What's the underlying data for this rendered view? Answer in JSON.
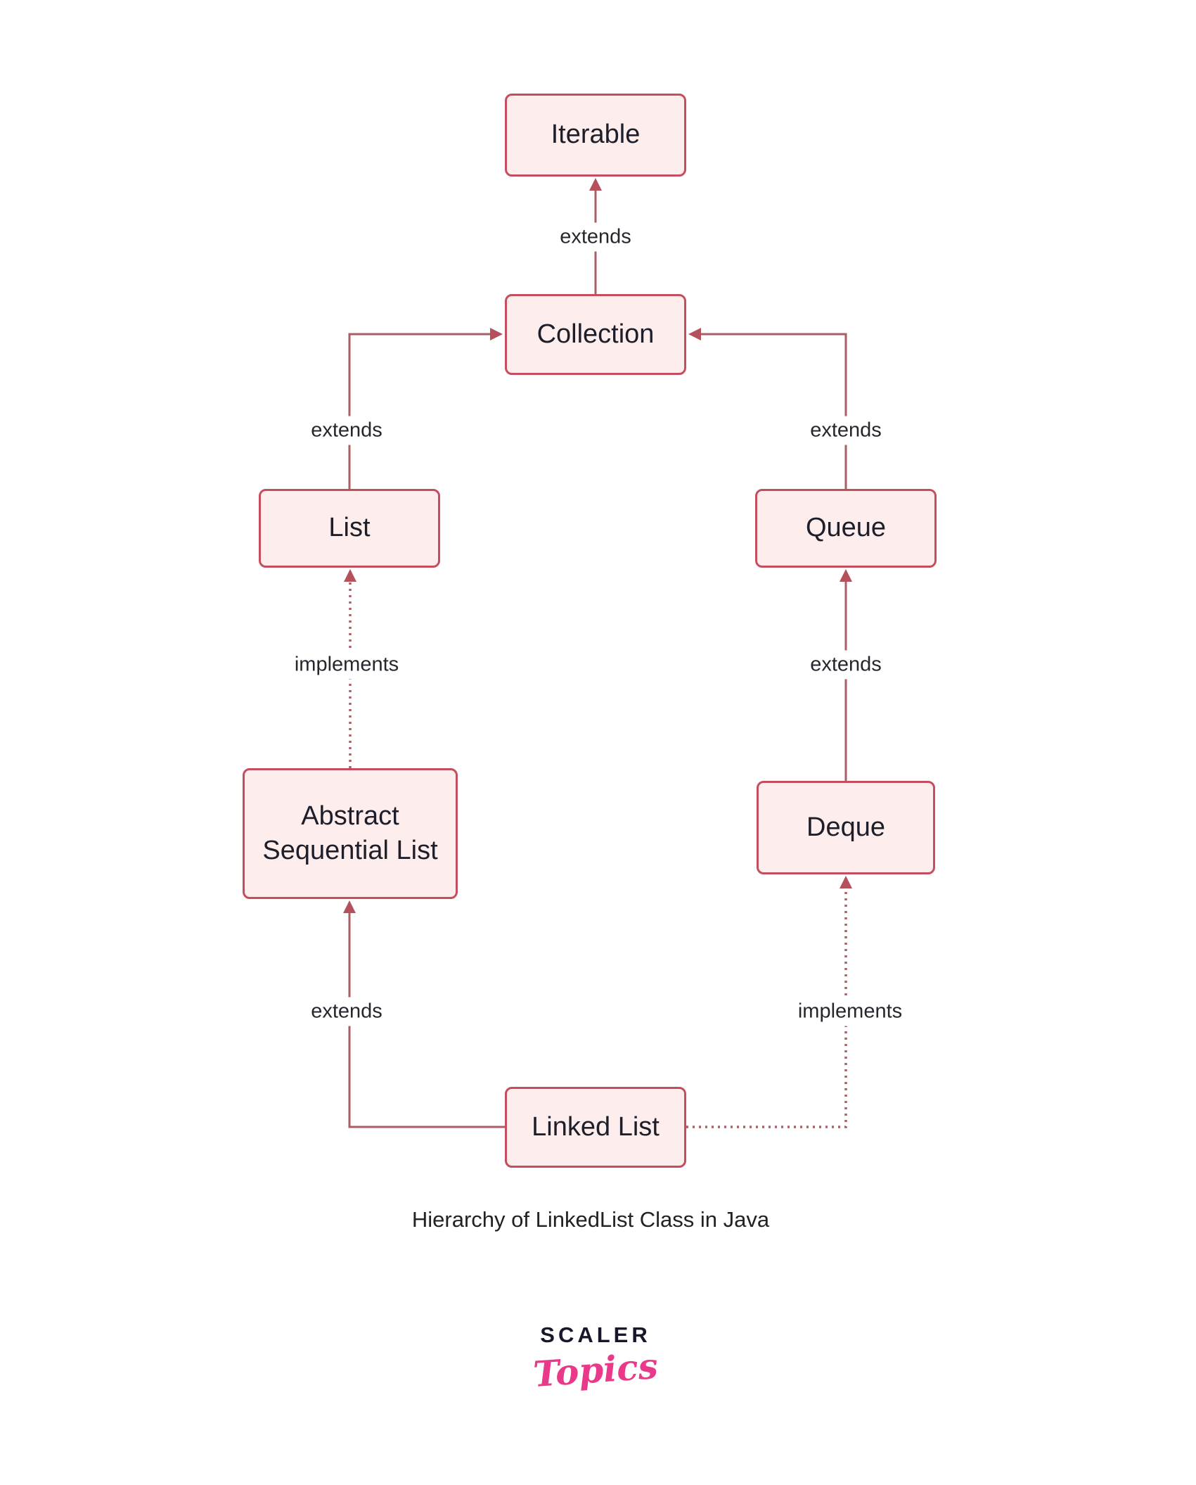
{
  "diagram": {
    "nodes": {
      "iterable": {
        "label": "Iterable"
      },
      "collection": {
        "label": "Collection"
      },
      "list": {
        "label": "List"
      },
      "queue": {
        "label": "Queue"
      },
      "abstract_sequential_list": {
        "label": "Abstract Sequential List"
      },
      "deque": {
        "label": "Deque"
      },
      "linked_list": {
        "label": "Linked List"
      }
    },
    "edges": [
      {
        "from": "Collection",
        "to": "Iterable",
        "label": "extends",
        "style": "solid"
      },
      {
        "from": "List",
        "to": "Collection",
        "label": "extends",
        "style": "solid"
      },
      {
        "from": "Queue",
        "to": "Collection",
        "label": "extends",
        "style": "solid"
      },
      {
        "from": "Abstract Sequential List",
        "to": "List",
        "label": "implements",
        "style": "dotted"
      },
      {
        "from": "Deque",
        "to": "Queue",
        "label": "extends",
        "style": "solid"
      },
      {
        "from": "Linked List",
        "to": "Abstract Sequential List",
        "label": "extends",
        "style": "solid"
      },
      {
        "from": "Linked List",
        "to": "Deque",
        "label": "implements",
        "style": "dotted"
      }
    ],
    "caption": "Hierarchy of LinkedList Class in Java"
  },
  "logo": {
    "brand": "SCALER",
    "sub": "Topics"
  },
  "colors": {
    "node_fill": "#fdeeed",
    "node_border": "#c44d5e",
    "edge_line": "#aa5f66",
    "arrowhead": "#b5505d",
    "node_text": "#1e1e2a",
    "edge_label_text": "#26262e",
    "caption_text": "#222222",
    "logo_dark": "#17172b",
    "logo_pink": "#e9398a",
    "background": "#ffffff"
  }
}
